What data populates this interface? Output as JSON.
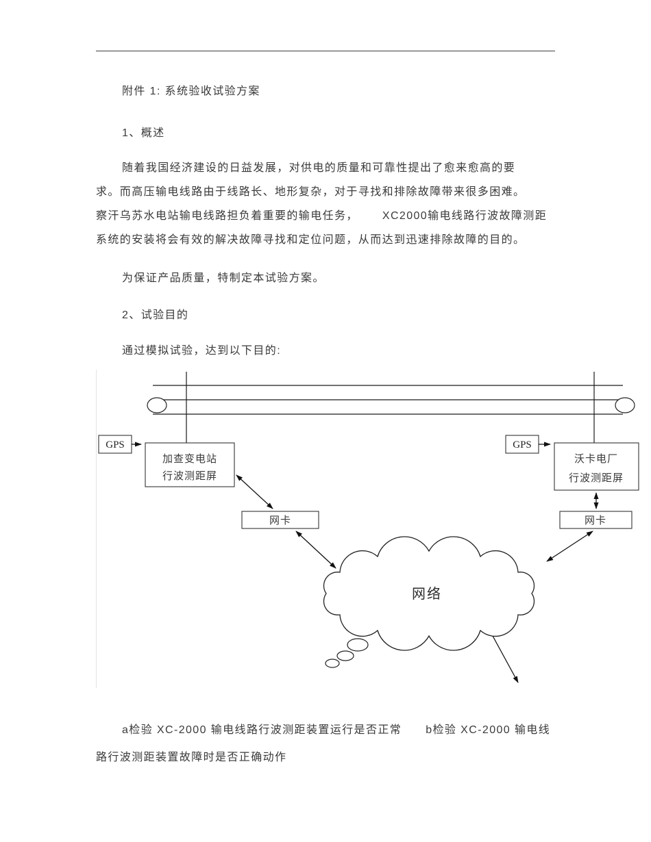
{
  "doc": {
    "attachment_title": "附件 1: 系统验收试验方案",
    "section1_heading": "1、概述",
    "para1_lines": [
      "随着我国经济建设的日益发展，对供电的质量和可靠性提出了愈来愈高的要",
      "求。而高压输电线路由于线路长、地形复杂，对于寻找和排除故障带来很多困难。",
      "察汗乌苏水电站输电线路担负着重要的输电任务，      XC2000输电线路行波故障测距",
      "系统的安装将会有效的解决故障寻找和定位问题，从而达到迅速排除故障的目的。"
    ],
    "para2": "为保证产品质量，特制定本试验方案。",
    "section2_heading": "2、试验目的",
    "para3": "通过模拟试验，达到以下目的:",
    "bottom_lines": [
      "a检验 XC-2000 输电线路行波测距装置运行是否正常      b检验 XC-2000 输电线",
      "路行波测距装置故障时是否正确动作"
    ]
  },
  "diagram": {
    "gps_left": "GPS",
    "gps_right": "GPS",
    "station_left_line1": "加查变电站",
    "station_left_line2": "行波测距屏",
    "station_right_line1": "沃卡电厂",
    "station_right_line2": "行波测距屏",
    "nic_left": "网卡",
    "nic_right": "网卡",
    "cloud_label": "网络"
  },
  "colors": {
    "text": "#3a3a3a",
    "line": "#1a1a1a",
    "background": "#ffffff"
  }
}
